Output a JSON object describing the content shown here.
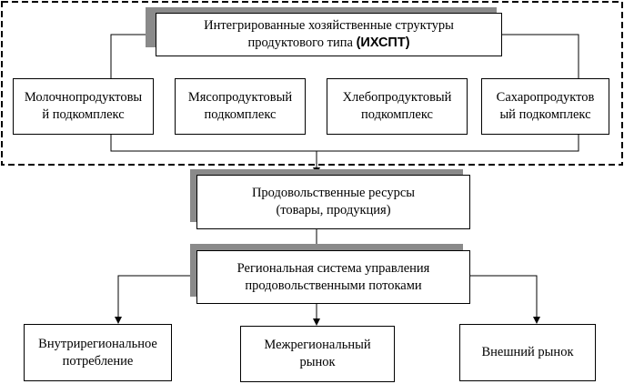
{
  "group": {
    "title_line1": "Интегрированные хозяйственные структуры",
    "title_line2_prefix": "продуктового типа ",
    "title_line2_bold": "(ИХСПТ)"
  },
  "subcomplexes": [
    {
      "text": "Молочнопродуктовы\nй подкомплекс"
    },
    {
      "text": "Мясопродуктовый\nподкомплекс"
    },
    {
      "text": "Хлебопродуктовый\nподкомплекс"
    },
    {
      "text": "Сахаропродуктов\nый подкомплекс"
    }
  ],
  "resources": {
    "text": "Продовольственные ресурсы\n(товары, продукция)"
  },
  "regional_system": {
    "text": "Региональная система управления\nпродовольственными потоками"
  },
  "outputs": [
    {
      "text": "Внутрирегиональное\nпотребление"
    },
    {
      "text": "Межрегиональный\nрынок"
    },
    {
      "text": "Внешний рынок"
    }
  ]
}
